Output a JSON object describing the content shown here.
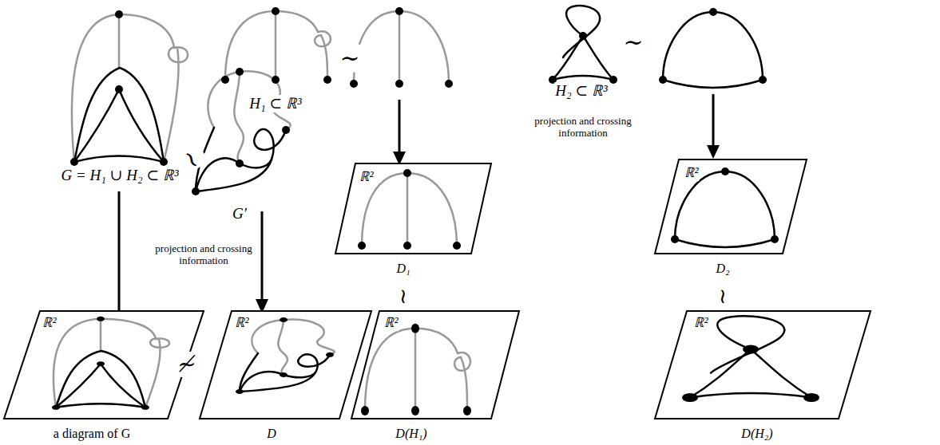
{
  "diagram": {
    "labels": [
      "G = H₁ ∪ H₂ ⊂ ℝ³",
      "∼",
      "G′",
      "projection and crossing information",
      "H₁ ⊂ ℝ³",
      "∼",
      "H₂ ⊂ ℝ³",
      "projection and crossing information",
      "∼",
      "ℝ²",
      "D₁",
      "≀",
      "ℝ²",
      "D₂",
      "≀",
      "ℝ²",
      "≁",
      "a diagram of G",
      "ℝ²",
      "D",
      "ℝ²",
      "D(H₁)",
      "ℝ²",
      "D(H₂)"
    ]
  }
}
